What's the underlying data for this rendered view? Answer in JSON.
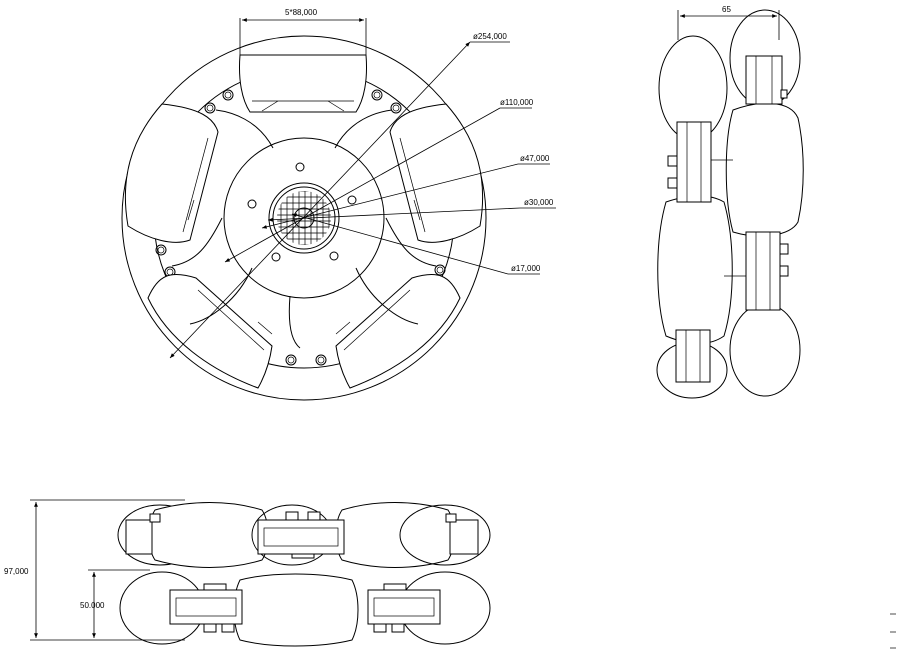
{
  "dimensions": {
    "width_top": "5*88,000",
    "dia_254": "ø254,000",
    "dia_110": "ø110,000",
    "dia_47": "ø47,000",
    "dia_30": "ø30,000",
    "dia_17": "ø17,000",
    "width_side": "65",
    "height_total": "97,000",
    "height_half": "50.000"
  }
}
